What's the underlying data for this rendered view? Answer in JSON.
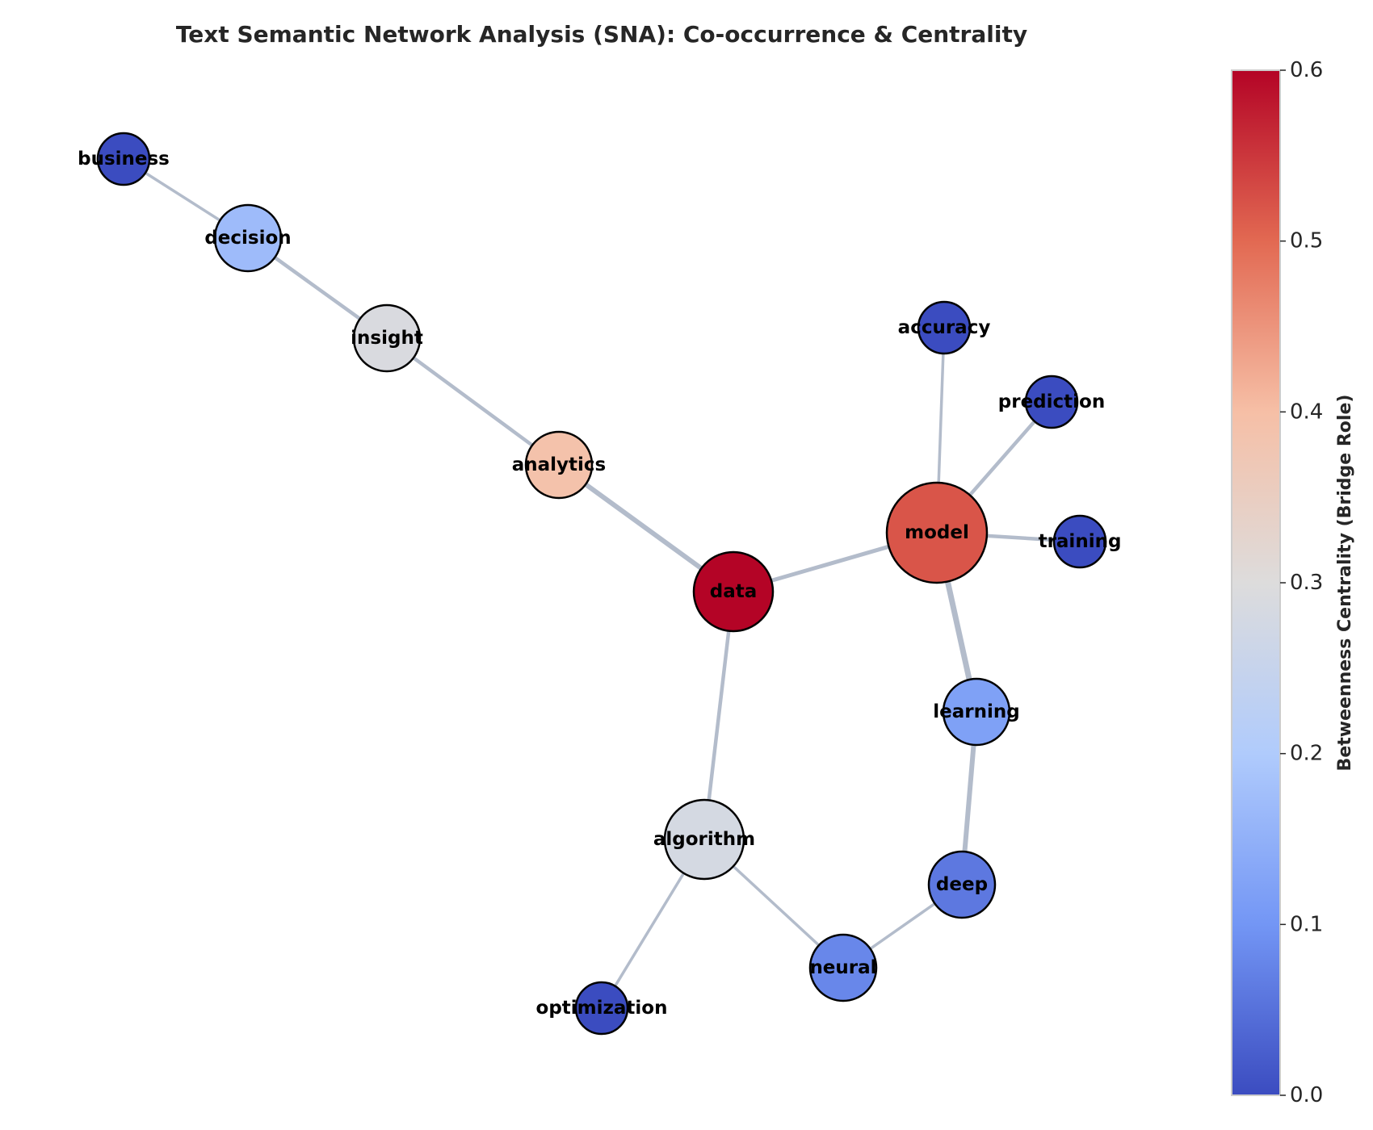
{
  "title": "Text Semantic Network Analysis (SNA): Co-occurrence & Centrality",
  "colorbar": {
    "label": "Betweenness Centrality (Bridge Role)",
    "min": 0.0,
    "max": 0.6,
    "ticks": [
      "0.0",
      "0.1",
      "0.2",
      "0.3",
      "0.4",
      "0.5",
      "0.6"
    ],
    "colormap": "coolwarm",
    "stops": [
      "#3b4cc0",
      "#7396f5",
      "#b0cbfc",
      "#dddcdc",
      "#f6bfa6",
      "#e26952",
      "#b40426"
    ]
  },
  "nodes": [
    {
      "id": "business",
      "label": "business",
      "betweenness": 0.0
    },
    {
      "id": "decision",
      "label": "decision",
      "betweenness": 0.17
    },
    {
      "id": "insight",
      "label": "insight",
      "betweenness": 0.29
    },
    {
      "id": "analytics",
      "label": "analytics",
      "betweenness": 0.39
    },
    {
      "id": "data",
      "label": "data",
      "betweenness": 0.6
    },
    {
      "id": "model",
      "label": "model",
      "betweenness": 0.52
    },
    {
      "id": "accuracy",
      "label": "accuracy",
      "betweenness": 0.0
    },
    {
      "id": "prediction",
      "label": "prediction",
      "betweenness": 0.0
    },
    {
      "id": "training",
      "label": "training",
      "betweenness": 0.0
    },
    {
      "id": "learning",
      "label": "learning",
      "betweenness": 0.12
    },
    {
      "id": "algorithm",
      "label": "algorithm",
      "betweenness": 0.28
    },
    {
      "id": "deep",
      "label": "deep",
      "betweenness": 0.06
    },
    {
      "id": "neural",
      "label": "neural",
      "betweenness": 0.08
    },
    {
      "id": "optimization",
      "label": "optimization",
      "betweenness": 0.0
    }
  ],
  "edges": [
    {
      "source": "business",
      "target": "decision"
    },
    {
      "source": "decision",
      "target": "insight"
    },
    {
      "source": "insight",
      "target": "analytics"
    },
    {
      "source": "analytics",
      "target": "data"
    },
    {
      "source": "data",
      "target": "model"
    },
    {
      "source": "data",
      "target": "algorithm"
    },
    {
      "source": "model",
      "target": "accuracy"
    },
    {
      "source": "model",
      "target": "prediction"
    },
    {
      "source": "model",
      "target": "training"
    },
    {
      "source": "model",
      "target": "learning"
    },
    {
      "source": "learning",
      "target": "deep"
    },
    {
      "source": "deep",
      "target": "neural"
    },
    {
      "source": "neural",
      "target": "algorithm"
    },
    {
      "source": "algorithm",
      "target": "optimization"
    }
  ]
}
